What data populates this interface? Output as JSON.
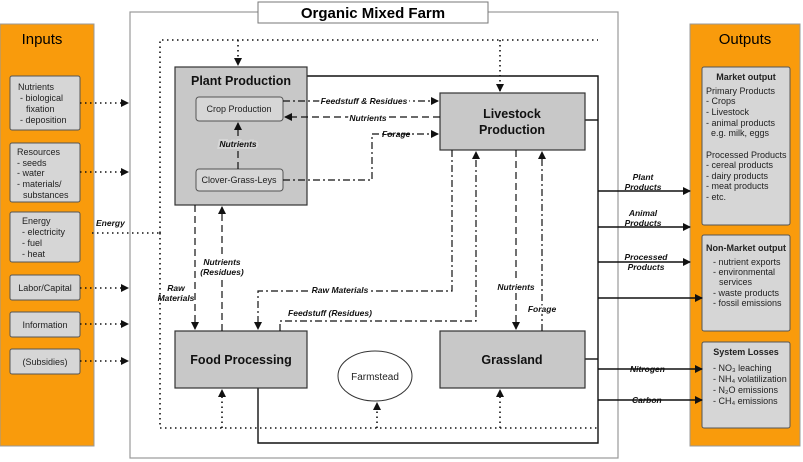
{
  "title": "Organic Mixed Farm",
  "inputs": {
    "title": "Inputs",
    "items": [
      {
        "lines": [
          "Nutrients",
          "- biological",
          "  fixation",
          "- deposition"
        ]
      },
      {
        "lines": [
          "Resources",
          "- seeds",
          "- water",
          "- materials/",
          "  substances"
        ]
      },
      {
        "lines": [
          "Energy",
          "- electricity",
          "- fuel",
          "- heat"
        ]
      },
      {
        "lines": [
          "Labor/Capital"
        ]
      },
      {
        "lines": [
          "Information"
        ]
      },
      {
        "lines": [
          "(Subsidies)"
        ]
      }
    ],
    "energy_label": "Energy"
  },
  "outputs": {
    "title": "Outputs",
    "market": {
      "title": "Market output",
      "lines": [
        "Primary Products",
        "- Crops",
        "- Livestock",
        "- animal products",
        "  e.g. milk, eggs",
        "",
        "Processed Products",
        "- cereal products",
        "- dairy products",
        "- meat products",
        "- etc."
      ]
    },
    "non_market": {
      "title": "Non-Market output",
      "lines": [
        "- nutrient exports",
        "- environmental",
        "  services",
        "- waste products",
        "- fossil emissions"
      ]
    },
    "losses": {
      "title": "System Losses",
      "lines": [
        "- NO₃ leaching",
        "- NH₄ volatilization",
        "- N₂O emissions",
        "- CH₄ emissions"
      ]
    }
  },
  "components": {
    "plant": "Plant Production",
    "crop": "Crop Production",
    "clover": "Clover-Grass-Leys",
    "livestock": [
      "Livestock",
      "Production"
    ],
    "food": "Food Processing",
    "grassland": "Grassland",
    "farmstead": "Farmstead"
  },
  "flows": {
    "feedstuff_residues": "Feedstuff & Residues",
    "nutrients_top": "Nutrients",
    "forage_top": "Forage",
    "nutrients_inner": "Nutrients",
    "nutrients_residues": [
      "Nutrients",
      "(Residues)"
    ],
    "raw_materials_left": [
      "Raw",
      "Materials"
    ],
    "raw_materials": "Raw Materials",
    "feedstuff_residues_low": "Feedstuff (Residues)",
    "nutrients_right": "Nutrients",
    "forage_right": "Forage",
    "plant_products": [
      "Plant",
      "Products"
    ],
    "animal_products": [
      "Animal",
      "Products"
    ],
    "processed_products": [
      "Processed",
      "Products"
    ],
    "nitrogen": "Nitrogen",
    "carbon": "Carbon"
  }
}
